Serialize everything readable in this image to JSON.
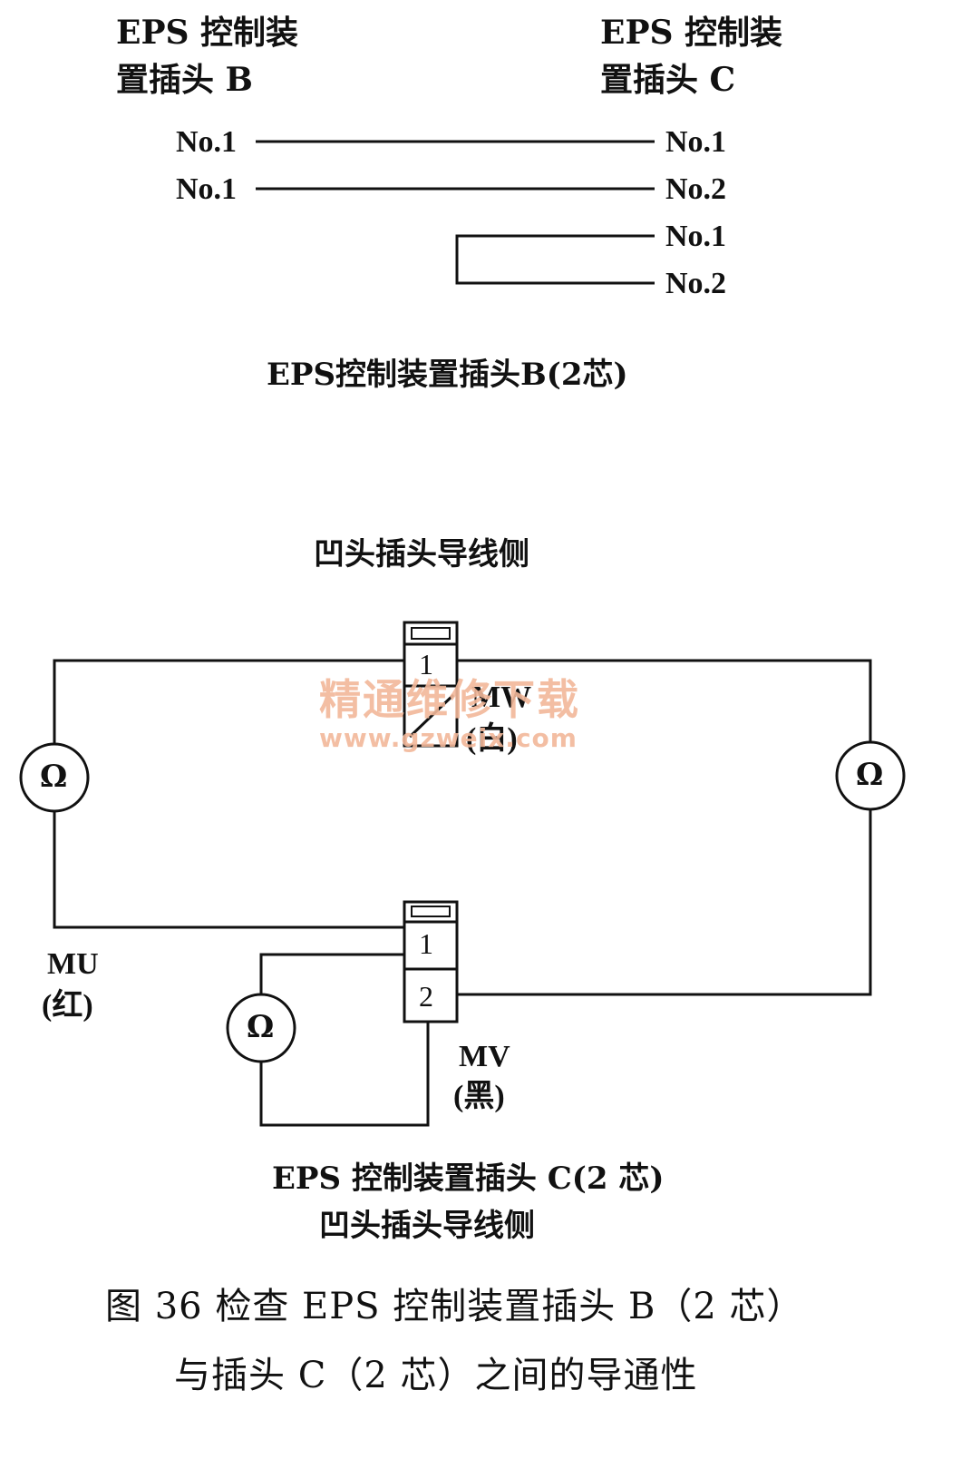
{
  "top": {
    "header_b_line1": "EPS 控制装",
    "header_b_line2": "置插头 B",
    "header_c_line1": "EPS 控制装",
    "header_c_line2": "置插头 C",
    "rows": [
      {
        "left": "No.1",
        "right": "No.1"
      },
      {
        "left": "No.1",
        "right": "No.2"
      },
      {
        "left": "",
        "right": "No.1"
      },
      {
        "left": "",
        "right": "No.2"
      }
    ],
    "caption": "EPS控制装置插头B(2芯)"
  },
  "bottom": {
    "caption_top": "凹头插头导线侧",
    "meter_symbol": "Ω",
    "connector_b_terminal": "1",
    "connector_c_terminals": [
      "1",
      "2"
    ],
    "label_mw": "MW",
    "label_mw_color": "(白)",
    "label_mu": "MU",
    "label_mu_color": "(红)",
    "label_mv": "MV",
    "label_mv_color": "(黑)",
    "caption_line1": "EPS 控制装置插头 C(2 芯)",
    "caption_line2": "凹头插头导线侧"
  },
  "watermark": {
    "line1": "精通维修下载",
    "line2": "www.gzweix.com",
    "color": "#f2b89a"
  },
  "figure_caption": {
    "line1": "图 36   检查 EPS 控制装置插头 B（2 芯）",
    "line2": "与插头 C（2 芯）之间的导通性"
  }
}
